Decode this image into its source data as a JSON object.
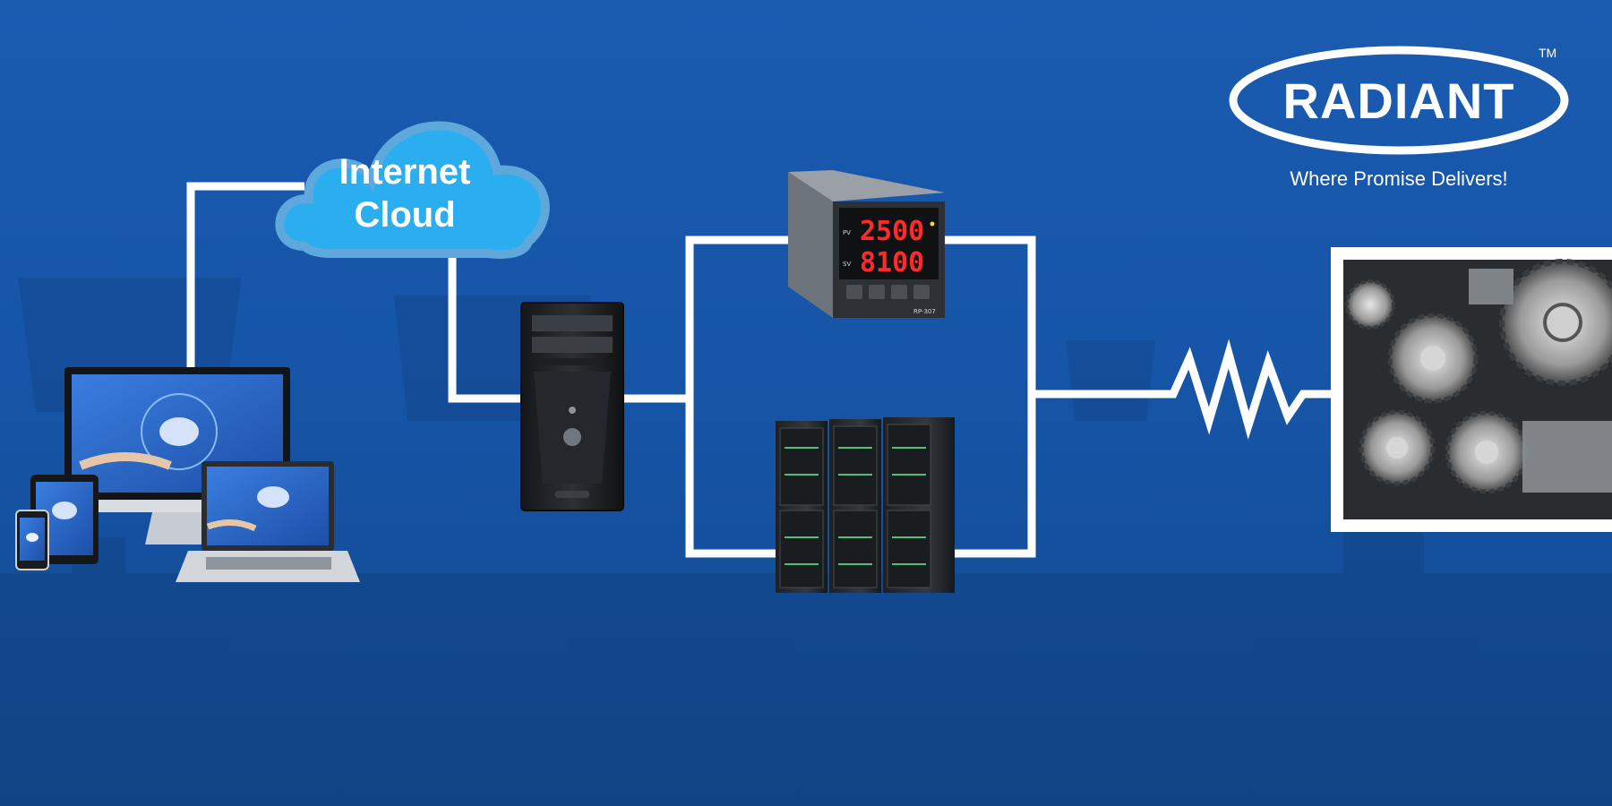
{
  "cloud": {
    "line1": "Internet",
    "line2": "Cloud"
  },
  "controller": {
    "pv_label": "PV",
    "sv_label": "SV",
    "pv_value": "2500",
    "sv_value": "8100",
    "model": "RP-307"
  },
  "brand": {
    "name": "RADIANT",
    "trademark": "TM",
    "tagline": "Where Promise Delivers!"
  },
  "colors": {
    "background": "#1656a8",
    "wire": "#ffffff",
    "cloud": "#22a8ee",
    "display_digits": "#ff2a2a"
  },
  "icons": {
    "cloud": "cloud-icon",
    "devices": "devices-icon",
    "desktop": "desktop-tower-icon",
    "controller": "temperature-controller-icon",
    "server_rack": "server-rack-icon",
    "resistor": "resistor-icon",
    "machinery": "gears-icon"
  }
}
